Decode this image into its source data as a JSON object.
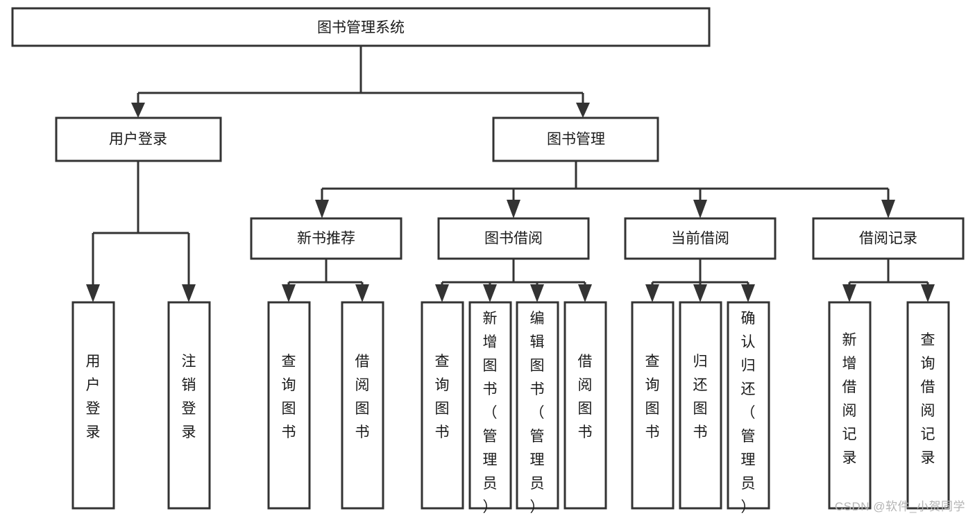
{
  "diagram": {
    "title": "图书管理系统",
    "type": "tree-hierarchy-chart",
    "root": {
      "id": "root",
      "label": "图书管理系统"
    },
    "level2": [
      {
        "id": "user-login",
        "label": "用户登录"
      },
      {
        "id": "book-management",
        "label": "图书管理"
      }
    ],
    "level3": [
      {
        "id": "new-book-recommend",
        "label": "新书推荐"
      },
      {
        "id": "book-borrow",
        "label": "图书借阅"
      },
      {
        "id": "current-borrow",
        "label": "当前借阅"
      },
      {
        "id": "borrow-record",
        "label": "借阅记录"
      }
    ],
    "leaves": {
      "user_login": [
        {
          "id": "leaf-user-login",
          "label": "用户登录"
        },
        {
          "id": "leaf-logout-login",
          "label": "注销登录"
        }
      ],
      "new_book_recommend": [
        {
          "id": "leaf-query-book-1",
          "label": "查询图书"
        },
        {
          "id": "leaf-borrow-book-1",
          "label": "借阅图书"
        }
      ],
      "book_borrow": [
        {
          "id": "leaf-query-book-2",
          "label": "查询图书"
        },
        {
          "id": "leaf-add-book-admin",
          "label": "新增图书（管理员）"
        },
        {
          "id": "leaf-edit-book-admin",
          "label": "编辑图书（管理员）"
        },
        {
          "id": "leaf-borrow-book-2",
          "label": "借阅图书"
        }
      ],
      "current_borrow": [
        {
          "id": "leaf-query-book-3",
          "label": "查询图书"
        },
        {
          "id": "leaf-return-book",
          "label": "归还图书"
        },
        {
          "id": "leaf-confirm-return-admin",
          "label": "确认归还（管理员）"
        }
      ],
      "borrow_record": [
        {
          "id": "leaf-add-borrow-record",
          "label": "新增借阅记录"
        },
        {
          "id": "leaf-query-borrow-record",
          "label": "查询借阅记录"
        }
      ]
    },
    "colors": {
      "box_stroke": "#333333",
      "box_fill": "#ffffff",
      "text": "#1a1a1a",
      "connector": "#333333",
      "watermark": "#b4b4b4",
      "background": "#ffffff"
    }
  },
  "watermark": {
    "text": "CSDN @软件_小贺同学"
  }
}
